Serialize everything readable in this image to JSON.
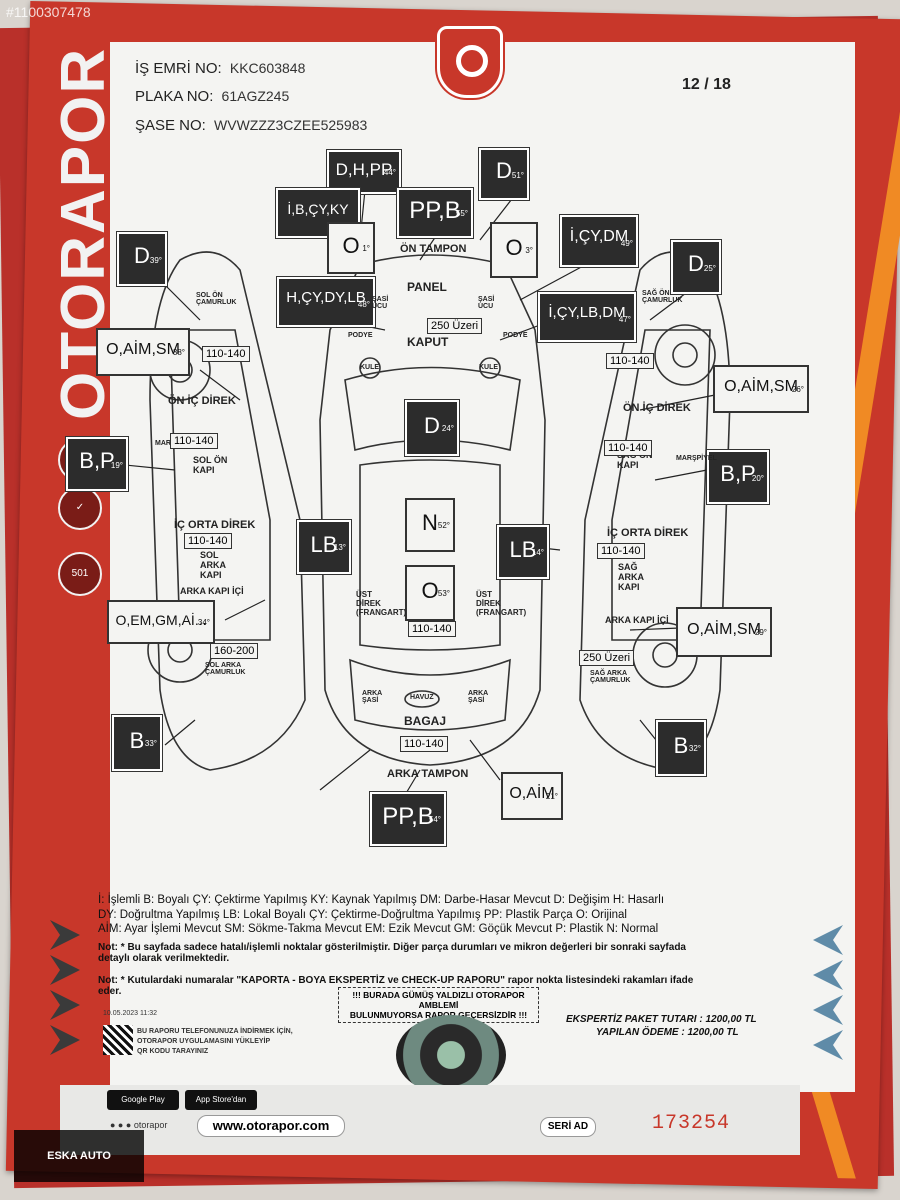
{
  "watermark_id": "#1100307478",
  "header": {
    "is_emri_label": "İŞ EMRİ NO:",
    "is_emri_value": "KKC603848",
    "plaka_label": "PLAKA NO:",
    "plaka_value": "61AGZ245",
    "sase_label": "ŞASE NO:",
    "sase_value": "WVWZZZ3CZEE525983",
    "page": "12 / 18"
  },
  "brand": {
    "vertical": "OTORAPOR"
  },
  "badges": [
    "501"
  ],
  "diagram": {
    "boxes": [
      {
        "id": "front-left-top",
        "text": "D",
        "deg": "39°",
        "style": "dark"
      },
      {
        "id": "front-bumper-a",
        "text": "D,H,PP",
        "deg": "44°",
        "style": "dark"
      },
      {
        "id": "front-bumper-b",
        "text": "PP,B",
        "deg": "55°",
        "style": "dark"
      },
      {
        "id": "front-bumper-c",
        "text": "İ,B,ÇY,KY",
        "deg": "",
        "style": "dark"
      },
      {
        "id": "front-right-top",
        "text": "D",
        "deg": "51°",
        "style": "dark"
      },
      {
        "id": "panel-left",
        "text": "O",
        "deg": "1°",
        "style": "light"
      },
      {
        "id": "panel-right",
        "text": "O",
        "deg": "3°",
        "style": "light"
      },
      {
        "id": "right-fender-a",
        "text": "İ,ÇY,DM",
        "deg": "49°",
        "style": "dark"
      },
      {
        "id": "right-top",
        "text": "D",
        "deg": "25°",
        "style": "dark"
      },
      {
        "id": "left-fender",
        "text": "H,ÇY,DY,LB",
        "deg": "48°",
        "style": "dark"
      },
      {
        "id": "right-fender-b",
        "text": "İ,ÇY,LB,DM",
        "deg": "47°",
        "style": "dark"
      },
      {
        "id": "left-front-door-a",
        "text": "O,AİM,SM",
        "deg": "38°",
        "style": "light"
      },
      {
        "id": "right-front-a",
        "text": "O,AİM,SM",
        "deg": "26°",
        "style": "light"
      },
      {
        "id": "roof-front",
        "text": "D",
        "deg": "24°",
        "style": "dark"
      },
      {
        "id": "left-door",
        "text": "B,P",
        "deg": "19°",
        "style": "dark"
      },
      {
        "id": "right-door",
        "text": "B,P",
        "deg": "20°",
        "style": "dark"
      },
      {
        "id": "left-pillar",
        "text": "LB",
        "deg": "13°",
        "style": "dark"
      },
      {
        "id": "roof-mid",
        "text": "N",
        "deg": "52°",
        "style": "light"
      },
      {
        "id": "right-pillar",
        "text": "LB",
        "deg": "14°",
        "style": "dark"
      },
      {
        "id": "roof-rear",
        "text": "O",
        "deg": "53°",
        "style": "light"
      },
      {
        "id": "left-rear",
        "text": "O,EM,GM,Aİ...",
        "deg": "34°",
        "style": "light"
      },
      {
        "id": "right-rear",
        "text": "O,AİM,SM",
        "deg": "29°",
        "style": "light"
      },
      {
        "id": "left-rear-bottom",
        "text": "B",
        "deg": "33°",
        "style": "dark"
      },
      {
        "id": "right-rear-bottom",
        "text": "B",
        "deg": "32°",
        "style": "dark"
      },
      {
        "id": "trunk-right",
        "text": "O,AİM",
        "deg": "21°",
        "style": "light"
      },
      {
        "id": "rear-bumper",
        "text": "PP,B",
        "deg": "54°",
        "style": "dark"
      }
    ],
    "labels": {
      "on_tampon": "ÖN TAMPON",
      "panel": "PANEL",
      "kaput": "KAPUT",
      "kule_l": "KULE",
      "kule_r": "KULE",
      "on_ic_direk_l": "ÖN İÇ DİREK",
      "on_ic_direk_r": "ÖN İÇ DİREK",
      "sol_on_kapi": "SOL ÖN KAPI",
      "sag_on_kapi": "SAĞ ÖN KAPI",
      "ic_orta_direk_l": "İÇ ORTA DİREK",
      "ic_orta_direk_r": "İÇ ORTA DİREK",
      "sol_arka_kapi": "SOL ARKA KAPI",
      "sag_arka_kapi": "SAĞ ARKA KAPI",
      "arka_kapi_ici_l": "ARKA KAPI İÇİ",
      "arka_kapi_ici_r": "ARKA KAPI İÇİ",
      "sol_on_camurluk": "SOL ÖN ÇAMURLUK",
      "sag_on_camurluk": "SAĞ ÖN ÇAMURLUK",
      "sol_arka_camurluk": "SOL ARKA ÇAMURLUK",
      "sag_arka_camurluk": "SAĞ ARKA ÇAMURLUK",
      "ust_direk_l": "ÜST DİREK (FRANGART)",
      "ust_direk_r": "ÜST DİREK (FRANGART)",
      "havuz": "HAVUZ",
      "bagaj": "BAGAJ",
      "arka_tampon": "ARKA TAMPON",
      "sasi_ucu_l": "ŞASİ UCU",
      "sasi_ucu_r": "ŞASİ UCU",
      "podye_l": "PODYE",
      "podye_r": "PODYE",
      "arka_sasi_l": "ARKA ŞASİ",
      "arka_sasi_r": "ARKA ŞASİ",
      "marspiyel_l": "MARŞPİYEL",
      "marspiyel_r": "MARŞPİYEL"
    },
    "ranges": {
      "kaput": "250 Üzeri",
      "left_fender": "110-140",
      "right_fender": "110-140",
      "left_front_door": "110-140",
      "right_front_door": "110-140",
      "left_rear_door": "110-140",
      "right_rear_door": "110-140",
      "left_rear_fender": "160-200",
      "right_rear_fender": "250 Üzeri",
      "roof": "110-140",
      "trunk": "110-140"
    }
  },
  "legend": [
    "İ: İşlemli B: Boyalı ÇY: Çektirme Yapılmış KY: Kaynak Yapılmış DM: Darbe-Hasar Mevcut D: Değişim H: Hasarlı",
    "DY: Doğrultma Yapılmış LB: Lokal Boyalı ÇY: Çektirme-Doğrultma Yapılmış PP: Plastik Parça O: Orijinal",
    "AİM: Ayar İşlemi Mevcut SM: Sökme-Takma Mevcut EM: Ezik Mevcut GM: Göçük Mevcut P: Plastik N: Normal"
  ],
  "notes": {
    "note1": "Not: * Bu sayfada sadece hatalı/işlemli noktalar gösterilmiştir. Diğer parça durumları ve mikron değerleri bir sonraki sayfada detaylı olarak verilmektedir.",
    "note2": "Not: * Kutulardaki numaralar \"KAPORTA - BOYA EKSPERTİZ ve CHECK-UP RAPORU\" rapor nokta listesindeki rakamları ifade eder."
  },
  "warning": {
    "line1": "!!! BURADA GÜMÜŞ YALDIZLI OTORAPOR AMBLEMİ",
    "line2": "BULUNMUYORSA RAPOR GEÇERSİZDİR !!!"
  },
  "fees": {
    "paket_label": "EKSPERTİZ PAKET TUTARI :",
    "paket_value": "1200,00 TL",
    "odeme_label": "YAPILAN ÖDEME :",
    "odeme_value": "1200,00 TL"
  },
  "footer": {
    "date": "10.05.2023 11:32",
    "qr_line1": "BU RAPORU TELEFONUNUZA İNDİRMEK İÇİN,",
    "qr_line2": "OTORAPOR UYGULAMASINI YÜKLEYİP",
    "qr_line3": "QR KODU TARAYINIZ",
    "google_play": "Google Play",
    "app_store": "App Store'dan",
    "social": "otorapor",
    "website": "www.otorapor.com",
    "seri_label": "SERİ AD",
    "serial": "173254",
    "dealer": "ESKA AUTO"
  },
  "colors": {
    "red": "#c8372a",
    "orange": "#f08a24",
    "dark_box": "#2c2c2c",
    "paper": "#f4f4f2"
  }
}
